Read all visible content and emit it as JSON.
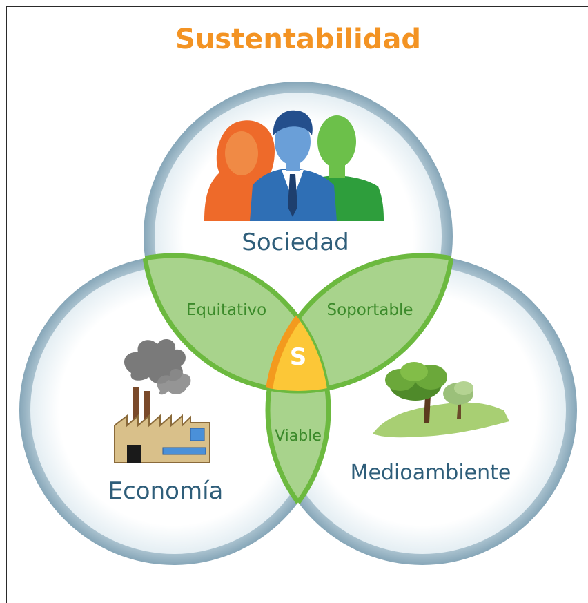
{
  "title": "Sustentabilidad",
  "circles": {
    "society": "Sociedad",
    "economy": "Economía",
    "environment": "Medioambiente"
  },
  "overlaps": {
    "society_economy": "Equitativo",
    "society_environment": "Soportable",
    "economy_environment": "Viable",
    "center": "S"
  },
  "colors": {
    "title": "#f39323",
    "circle_ring": "#9cb7c6",
    "circle_label": "#2f5e7a",
    "overlap_fill": "#a8d38c",
    "overlap_stroke": "#6cb93f",
    "overlap_text": "#3b8a2a",
    "center_fill": "#fcc737",
    "center_stroke": "#f39a1e"
  },
  "icons": {
    "society": "people-icon",
    "economy": "factory-icon",
    "environment": "trees-icon"
  }
}
